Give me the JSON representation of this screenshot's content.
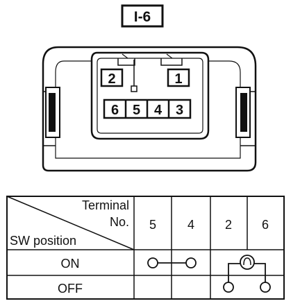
{
  "connector": {
    "code": "I-6",
    "upper_row": [
      "2",
      "1"
    ],
    "lower_row": [
      "6",
      "5",
      "4",
      "3"
    ]
  },
  "switch_table": {
    "header_terminal": "Terminal",
    "header_no": "No.",
    "header_position": "SW position",
    "terminals": [
      "5",
      "4",
      "2",
      "6"
    ],
    "rows": [
      {
        "position": "ON",
        "continuity": "5–4 connected; 2–6 connected through a bulb symbol"
      },
      {
        "position": "OFF",
        "continuity": "2–6 connected through a bulb symbol"
      }
    ]
  },
  "colors": {
    "ink": "#111111",
    "background": "#ffffff"
  }
}
